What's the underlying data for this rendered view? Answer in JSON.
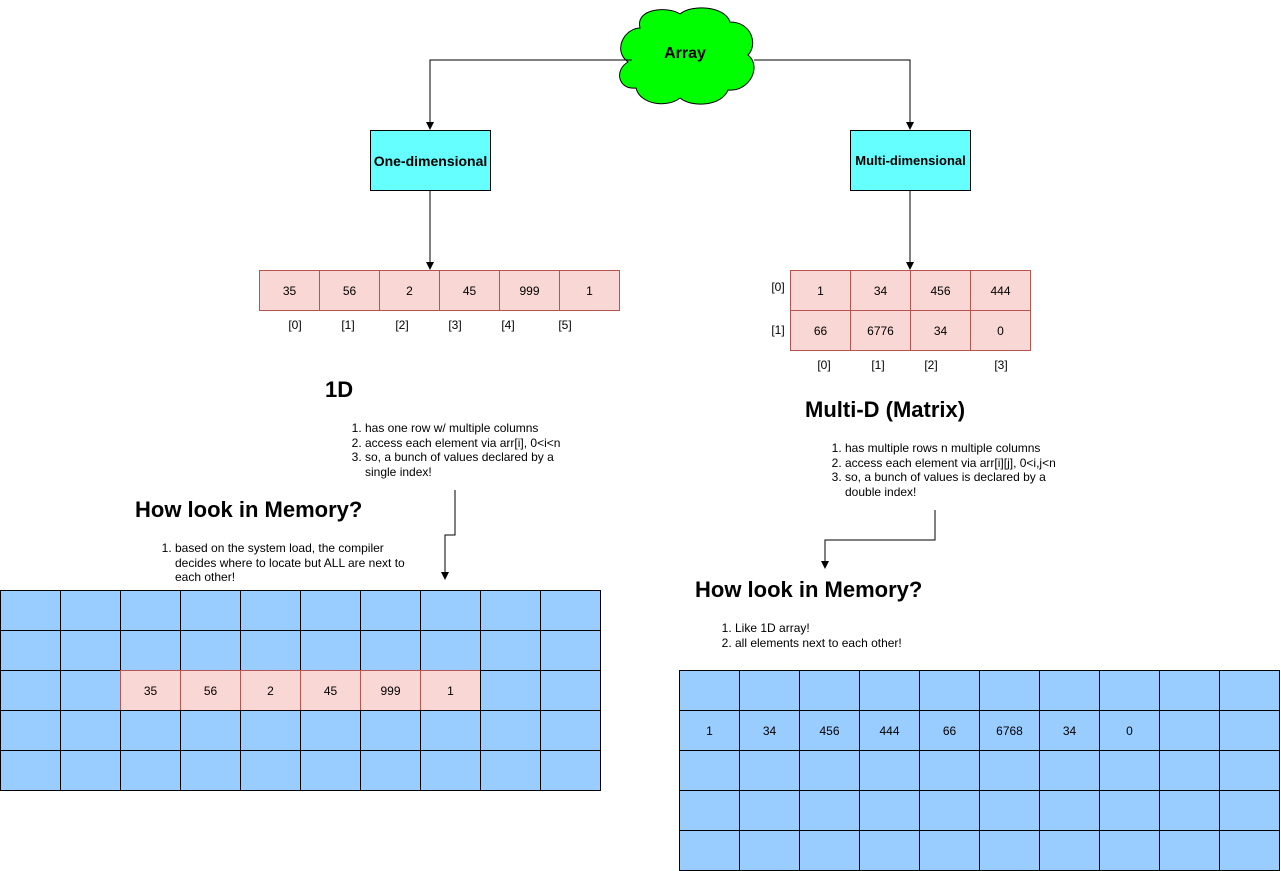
{
  "root": {
    "label": "Array"
  },
  "one_d": {
    "node_label": "One-dimensional",
    "values": [
      "35",
      "56",
      "2",
      "45",
      "999",
      "1"
    ],
    "indices": [
      "[0]",
      "[1]",
      "[2]",
      "[3]",
      "[4]",
      "[5]"
    ],
    "heading": "1D",
    "notes": [
      "has one row w/ multiple columns",
      "access each element via arr[i],  0<i<n",
      "so, a bunch of values declared by a single index!"
    ],
    "memory_heading": "How look in Memory?",
    "memory_notes": [
      "based on the system load, the compiler decides where to locate but ALL are next to each other!"
    ],
    "memory_values": [
      "35",
      "56",
      "2",
      "45",
      "999",
      "1"
    ]
  },
  "multi_d": {
    "node_label": "Multi-dimensional",
    "rows": [
      [
        "1",
        "34",
        "456",
        "444"
      ],
      [
        "66",
        "6776",
        "34",
        "0"
      ]
    ],
    "row_indices": [
      "[0]",
      "[1]"
    ],
    "col_indices": [
      "[0]",
      "[1]",
      "[2]",
      "[3]"
    ],
    "heading": "Multi-D (Matrix)",
    "notes": [
      "has multiple rows n multiple columns",
      "access each element via arr[i][j],  0<i,j<n",
      "so, a bunch of values is declared by a double index!"
    ],
    "memory_heading": "How look in Memory?",
    "memory_notes": [
      "Like 1D array!",
      "all elements next to each other!"
    ],
    "memory_values": [
      "1",
      "34",
      "456",
      "444",
      "66",
      "6768",
      "34",
      "0"
    ]
  },
  "colors": {
    "root_fill": "#00ff00",
    "node_fill": "#66ffff",
    "array_cell_fill": "#f8d7d4",
    "array_cell_stroke": "#b85450",
    "memory_cell_fill": "#99ccff"
  }
}
